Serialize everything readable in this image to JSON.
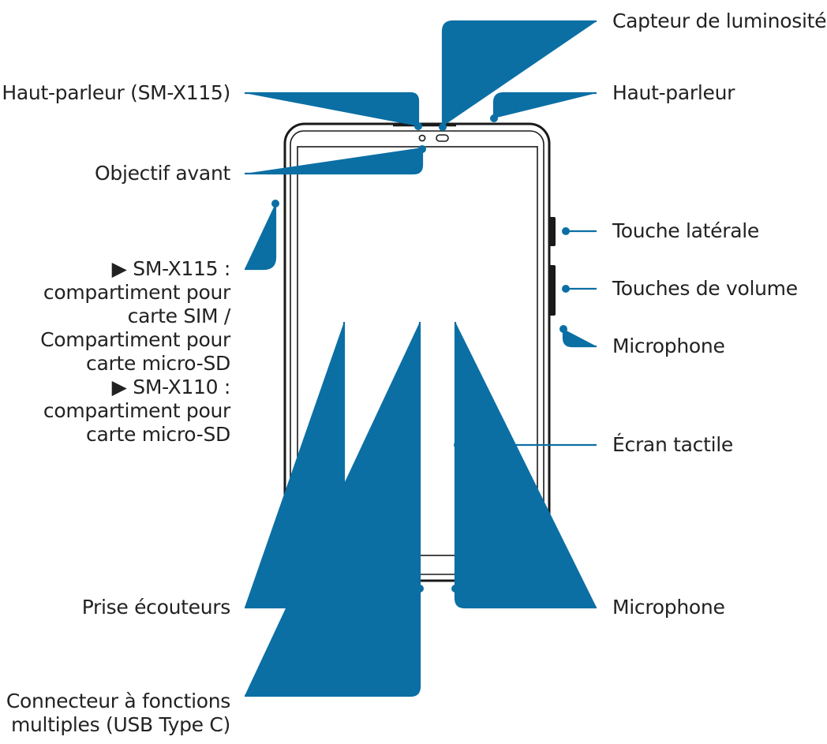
{
  "colors": {
    "accent": "#0b6fa4",
    "device": "#1a1a1a",
    "text": "#222222"
  },
  "labels": {
    "capteur_luminosite": "Capteur de luminosité",
    "haut_parleur_sm_x115": "Haut-parleur (SM-X115)",
    "haut_parleur": "Haut-parleur",
    "objectif_avant": "Objectif avant",
    "touche_laterale": "Touche latérale",
    "touches_volume": "Touches de volume",
    "microphone_side": "Microphone",
    "ecran_tactile": "Écran tactile",
    "prise_ecouteurs": "Prise écouteurs",
    "microphone_bottom": "Microphone",
    "connecteur_1": "Connecteur à fonctions",
    "connecteur_2": "multiples (USB Type C)"
  },
  "slot_note": {
    "marker": "▶",
    "line1": "SM-X115 :",
    "line2": "compartiment pour",
    "line3": "carte SIM /",
    "line4": "Compartiment pour",
    "line5": "carte micro-SD",
    "line6": "SM-X110 :",
    "line7": "compartiment pour",
    "line8": "carte micro-SD"
  }
}
